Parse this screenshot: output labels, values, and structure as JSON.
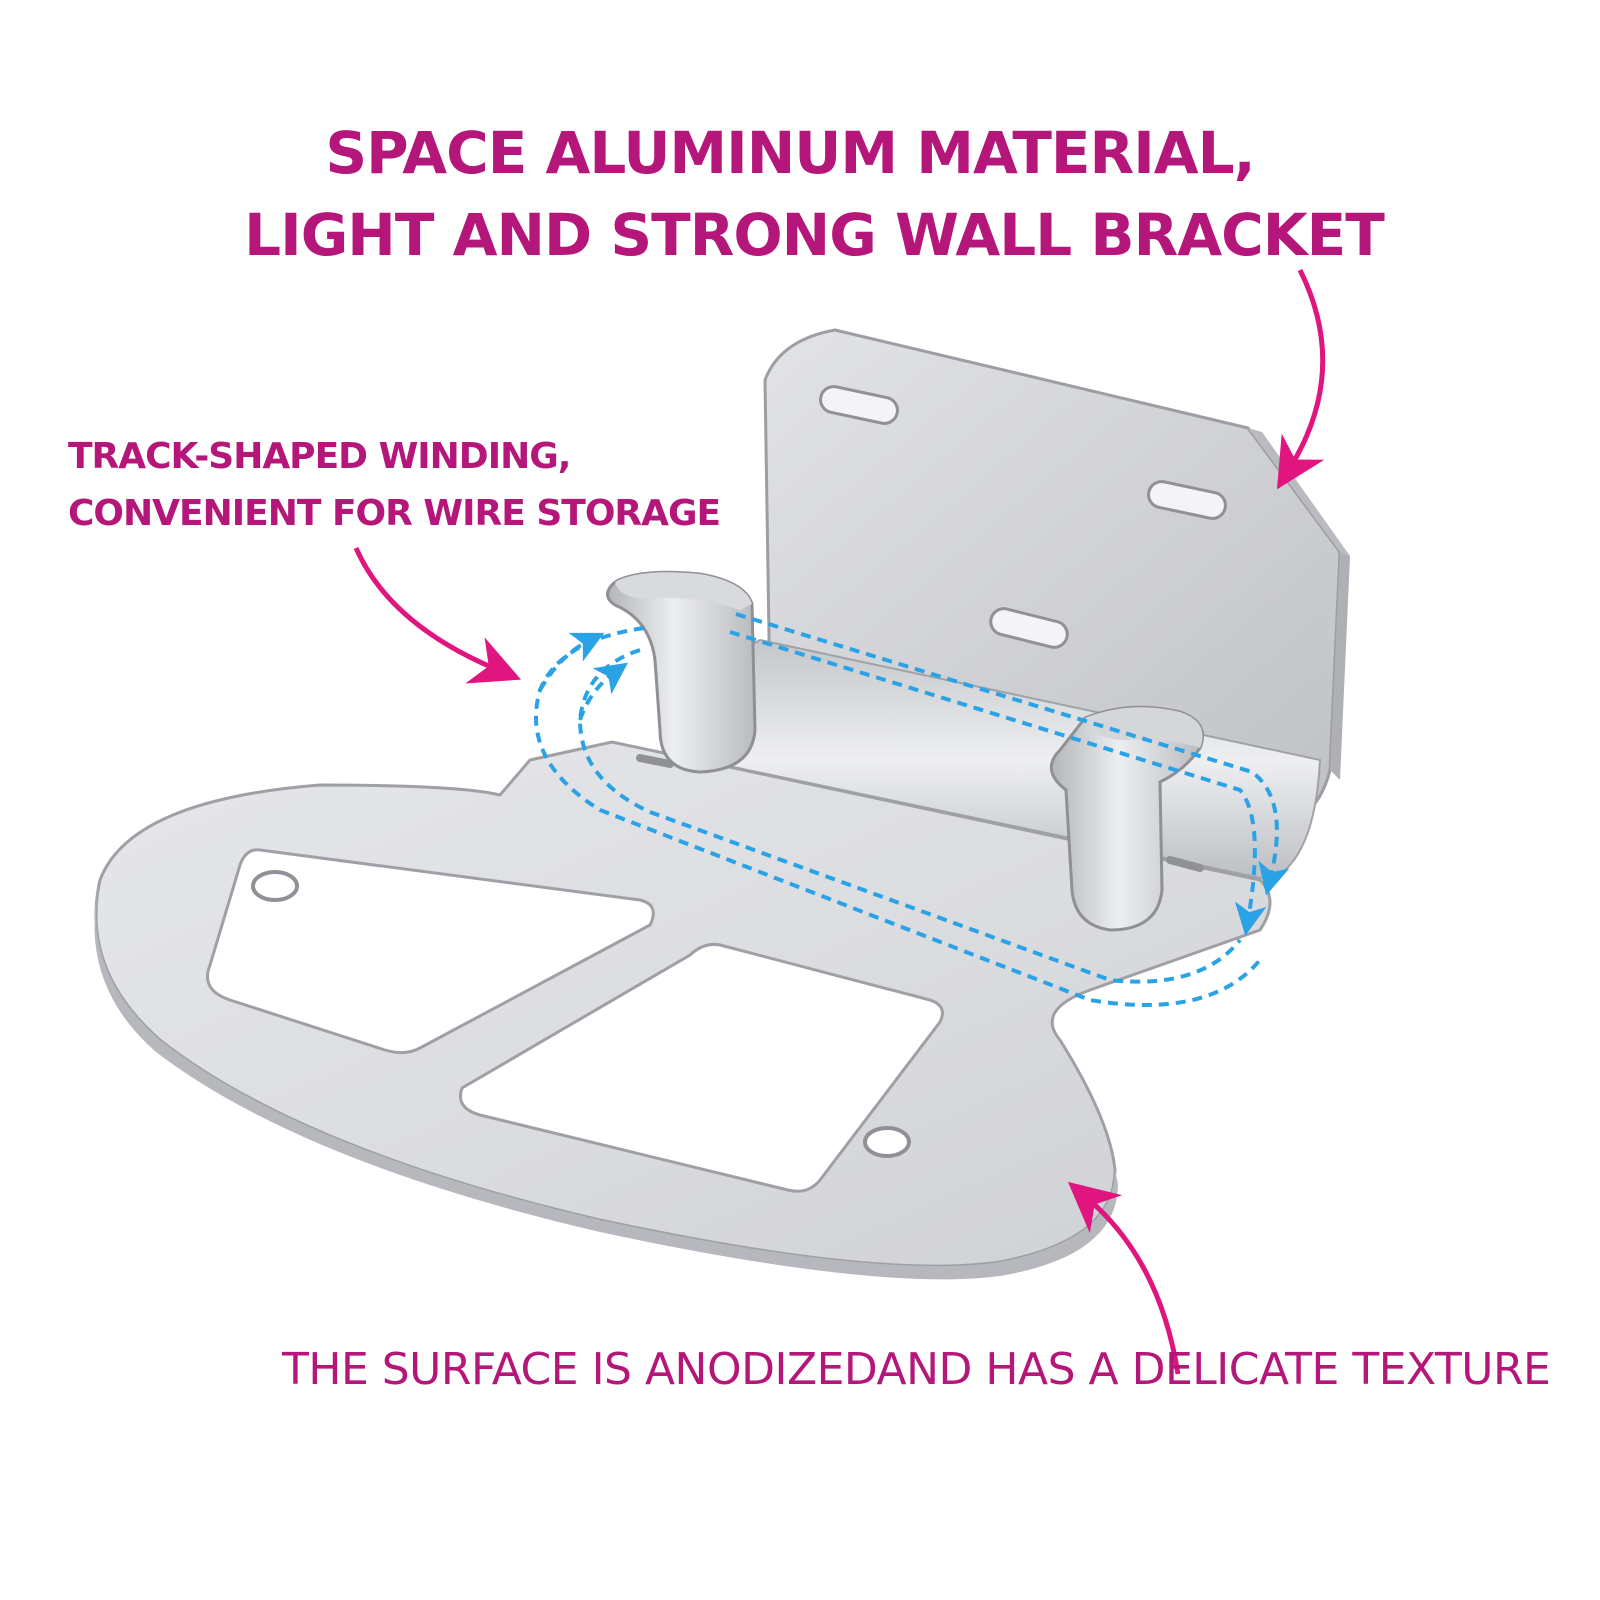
{
  "headline": {
    "line1": "SPACE ALUMINUM MATERIAL,",
    "line2": "LIGHT AND STRONG WALL BRACKET"
  },
  "callouts": {
    "track": {
      "line1": "TRACK-SHAPED WINDING,",
      "line2": "CONVENIENT FOR WIRE STORAGE"
    },
    "surface": {
      "text": "THE SURFACE IS ANODIZEDAND HAS A DELICATE TEXTURE"
    }
  },
  "colors": {
    "text": "#b5167a",
    "arrow": "#e0157f",
    "winding": "#2aa3e6",
    "metal_light": "#e9e9ec",
    "metal_mid": "#d2d3d7",
    "metal_dark": "#a9abb1"
  },
  "icons": {
    "headline_arrow": "curved-arrow-icon",
    "track_arrow": "curved-arrow-icon",
    "surface_arrow": "curved-arrow-icon",
    "winding_path": "dashed-winding-arrows-icon"
  }
}
